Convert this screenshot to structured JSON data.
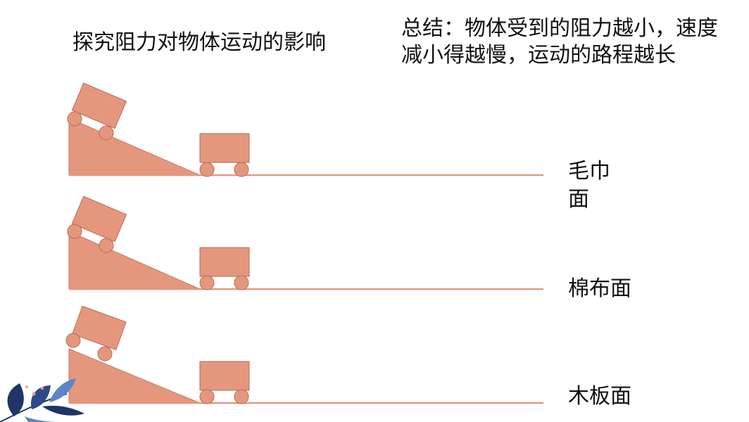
{
  "slide": {
    "title": "探究阻力对物体运动的影响",
    "summary": "总结：物体受到的阻力越小，速度减小得越慢，运动的路程越长"
  },
  "surfaces": [
    {
      "label": "毛巾面"
    },
    {
      "label": "棉布面"
    },
    {
      "label": "木板面"
    }
  ],
  "colors": {
    "shape_fill": "#E5977E",
    "shape_stroke": "#B86A55",
    "track_line": "#E59880",
    "leaf_dark": "#1F3568",
    "leaf_light": "#5A86C8",
    "berry": "#E8A48E"
  },
  "icons": {
    "decoration": "leaf-branch-icon"
  }
}
